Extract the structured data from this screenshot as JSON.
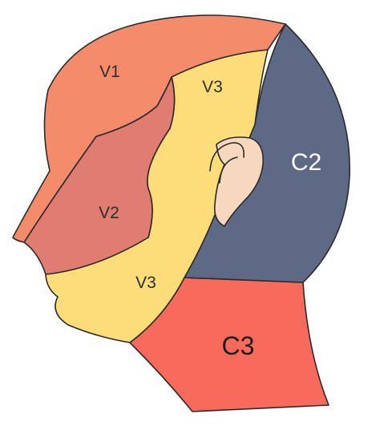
{
  "regions": [
    {
      "key": "v1",
      "label": "V1",
      "color": "#F48C6C"
    },
    {
      "key": "v2",
      "label": "V2",
      "color": "#E07C70"
    },
    {
      "key": "v3_upper",
      "label": "V3",
      "color": "#FCDD7A"
    },
    {
      "key": "v3_lower",
      "label": "V3",
      "color": "#FCDD7A"
    },
    {
      "key": "c2",
      "label": "C2",
      "color": "#5E6A85"
    },
    {
      "key": "c3",
      "label": "C3",
      "color": "#F76A5C"
    }
  ],
  "colors": {
    "ear": "#F7D8BE",
    "outline": "#2b2b2b"
  }
}
